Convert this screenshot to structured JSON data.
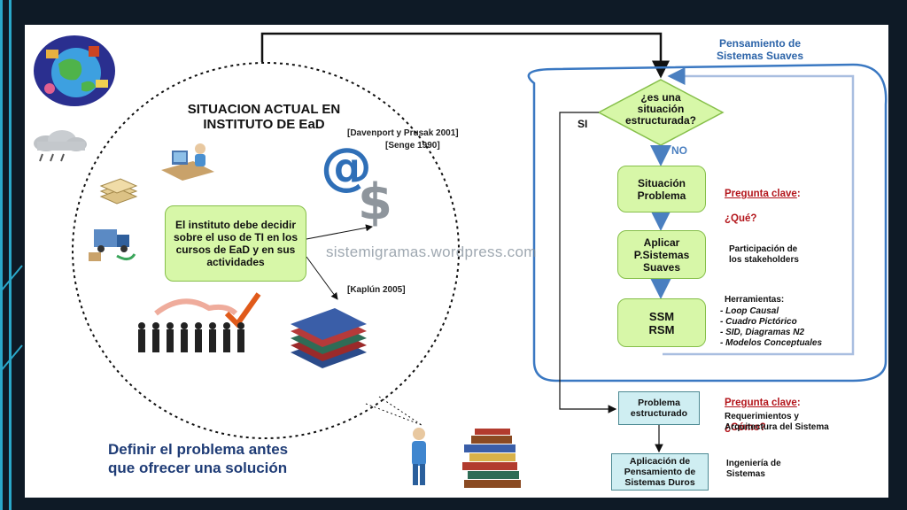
{
  "diagram": {
    "left": {
      "title": "SITUACION ACTUAL EN INSTITUTO DE EaD",
      "ref_davenport": "[Davenport y Prusak 2001]",
      "ref_senge": "[Senge 1990]",
      "ref_kaplun": "[Kaplún 2005]",
      "center_box": "El instituto debe decidir sobre el uso de TI en los cursos de EaD y en sus actividades",
      "bottom_message": "Definir el problema antes\nque ofrecer una solución"
    },
    "watermark": "sistemigramas.wordpress.com",
    "right": {
      "soft_title": "Pensamiento de\nSistemas Suaves",
      "decision": "¿es una situación estructurada?",
      "label_si": "SI",
      "label_no": "NO",
      "box_situacion": "Situación Problema",
      "box_aplicar": "Aplicar P.Sistemas Suaves",
      "box_ssm": "SSM RSM",
      "key_que_label": "Pregunta clave",
      "key_que_colon": ":",
      "key_que_value": "¿Qué?",
      "note_participacion": "Participación de\nlos stakeholders",
      "note_herramientas_title": "Herramientas:",
      "note_herramientas": "- Loop Causal\n- Cuadro Pictórico\n- SID, Diagramas N2\n- Modelos Conceptuales",
      "box_estructurado": "Problema estructurado",
      "key_como_label": "Pregunta clave",
      "key_como_colon": ":",
      "key_como_value": "¿Cómo?",
      "note_requerimientos": "Requerimientos y\nArquitectura del Sistema",
      "box_duros": "Aplicación de Pensamiento de Sistemas Duros",
      "note_ingenieria": "Ingeniería de\nSistemas"
    }
  },
  "colors": {
    "accent_frame": "#2aa7c9",
    "green_fill": "#d7f7a8",
    "teal_fill": "#cfeef2",
    "soft_outline": "#3a78c2",
    "key_red": "#b3151b",
    "message_blue": "#1f3c76"
  },
  "icons": [
    "globe-icon",
    "cloud-rain-icon",
    "computer-user-icon",
    "papers-icon",
    "delivery-truck-icon",
    "at-sign-icon",
    "dollar-sign-icon",
    "business-people-icon",
    "books-stack-icon",
    "person-icon"
  ]
}
